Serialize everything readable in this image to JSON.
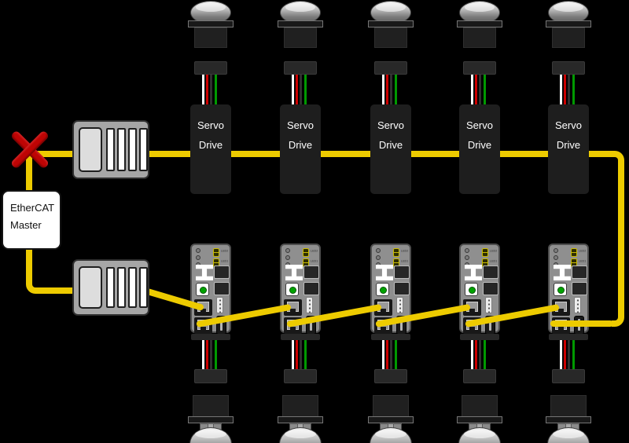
{
  "diagram": {
    "master": {
      "line1": "EtherCAT",
      "line2": "Master"
    },
    "drives": [
      {
        "line1": "Servo",
        "line2": "Drive"
      },
      {
        "line1": "Servo",
        "line2": "Drive"
      },
      {
        "line1": "Servo",
        "line2": "Drive"
      },
      {
        "line1": "Servo",
        "line2": "Drive"
      },
      {
        "line1": "Servo",
        "line2": "Drive"
      }
    ],
    "controllers": [
      {
        "led_top": "LED2",
        "led_bottom": "LED1"
      },
      {
        "led_top": "LED2",
        "led_bottom": "LED1"
      },
      {
        "led_top": "LED2",
        "led_bottom": "LED1"
      },
      {
        "led_top": "LED2",
        "led_bottom": "LED1"
      },
      {
        "led_top": "LED2",
        "led_bottom": "LED1"
      }
    ],
    "icons": {
      "broken_link": "red-x-broken-connection"
    },
    "colors": {
      "background": "#000000",
      "cable": "#EDCB00",
      "error_x": "#BE0404",
      "led": "#C9BB00",
      "button_dot": "#00A400",
      "wire_white": "#FFFFFF",
      "wire_red": "#CC0000",
      "wire_black": "#303030",
      "wire_green": "#009900"
    }
  }
}
